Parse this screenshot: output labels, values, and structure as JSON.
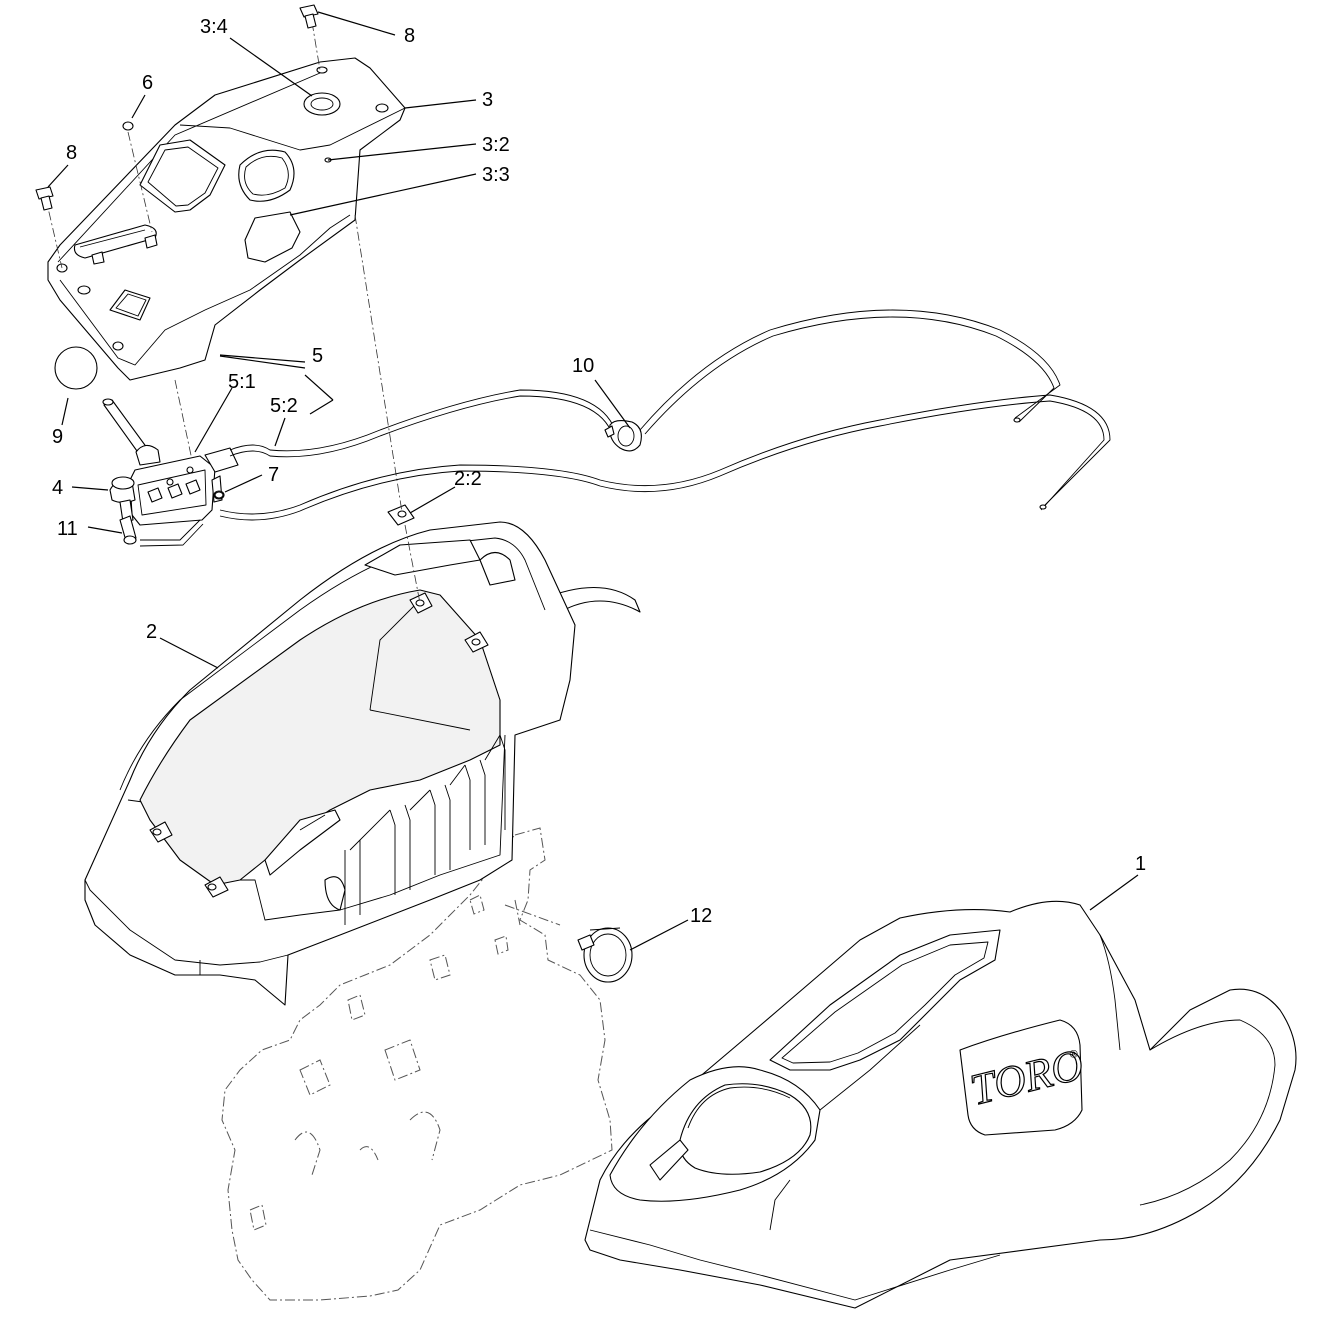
{
  "diagram": {
    "callouts": {
      "c1": "1",
      "c2": "2",
      "c2_2": "2:2",
      "c3": "3",
      "c3_2": "3:2",
      "c3_3": "3:3",
      "c3_4": "3:4",
      "c4": "4",
      "c5": "5",
      "c5_1": "5:1",
      "c5_2": "5:2",
      "c6": "6",
      "c7": "7",
      "c8_top": "8",
      "c8_left": "8",
      "c9": "9",
      "c10": "10",
      "c11": "11",
      "c12": "12"
    },
    "logo_text": "TORO",
    "logo_mark": "®"
  },
  "colors": {
    "line": "#000000",
    "background": "#ffffff",
    "phantom": "#555555"
  }
}
